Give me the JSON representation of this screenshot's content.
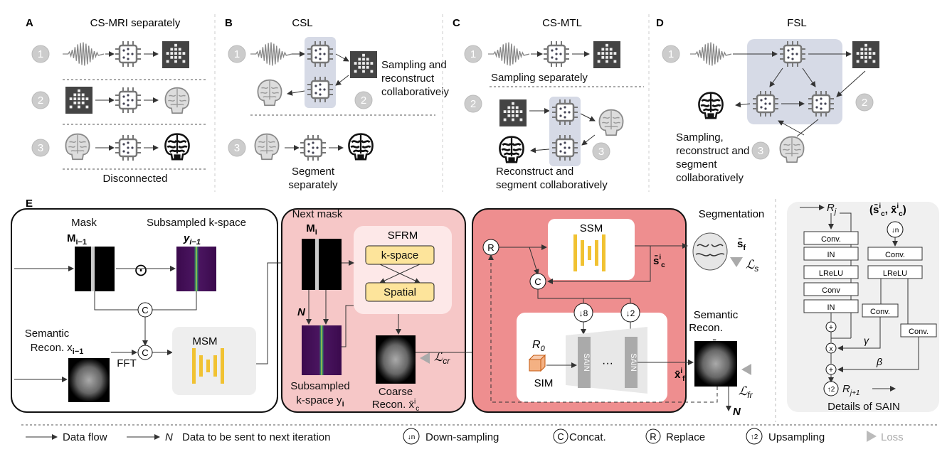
{
  "panel_a": {
    "letter": "A",
    "title": "CS-MRI separately",
    "step1": "1",
    "step2": "2",
    "step3": "3",
    "footer": "Disconnected"
  },
  "panel_b": {
    "letter": "B",
    "title": "CSL",
    "step1": "1",
    "step2": "2",
    "step3": "3",
    "collab_line1": "Sampling and",
    "collab_line2": "reconstruct",
    "collab_line3": "collaboratively",
    "seg_line1": "Segment",
    "seg_line2": "separately"
  },
  "panel_c": {
    "letter": "C",
    "title": "CS-MTL",
    "step1": "1",
    "step2": "2",
    "step3": "3",
    "sampling_sep": "Sampling separately",
    "collab_line1": "Reconstruct and",
    "collab_line2": "segment collaboratively"
  },
  "panel_d": {
    "letter": "D",
    "title": "FSL",
    "step1": "1",
    "step2": "2",
    "step3": "3",
    "collab_line1": "Sampling,",
    "collab_line2": "reconstruct and",
    "collab_line3": "segment",
    "collab_line4": "collaboratively"
  },
  "panel_e": {
    "letter": "E",
    "mask_label": "Mask",
    "mask_sym": "M",
    "mask_sub": "i−1",
    "subsampled_label": "Subsampled k-space",
    "y_sym": "y",
    "y_sub": "i−1",
    "odot": "⊙",
    "semantic_recon_1": "Semantic",
    "semantic_recon_2": "Recon. x",
    "x_sub": "i−1",
    "fft": "FFT",
    "msm": "MSM",
    "concat_c": "C",
    "next_mask": "Next mask",
    "mi_sym": "M",
    "mi_sub": "i",
    "sfrm": "SFRM",
    "kspace": "k-space",
    "spatial": "Spatial",
    "n_label": "N",
    "subsampled2_1": "Subsampled",
    "subsampled2_2": "k-space y",
    "yi_sub": "i",
    "coarse_1": "Coarse",
    "coarse_2": "Recon. x̄",
    "coarse_sup": "i",
    "coarse_sub": "c",
    "loss_cr": "ℒ",
    "loss_cr_sub": "cr",
    "ssm": "SSM",
    "replace_r": "R",
    "down8": "↓8",
    "down2": "↓2",
    "r0": "R",
    "r0_sub": "0",
    "sain": "SAIN",
    "dots": "···",
    "sim": "SIM",
    "segmentation": "Segmentation",
    "s_f": "s̄",
    "s_f_sub": "f",
    "loss_s": "ℒ",
    "loss_s_sub": "s",
    "s_c": "s̄",
    "s_c_sup": "i",
    "s_c_sub": "c",
    "semantic_2_1": "Semantic",
    "semantic_2_2": "Recon.",
    "x_f": "x̄",
    "x_f_sub": "f",
    "x_fi": "x̄",
    "x_fi_sup": "i",
    "x_fi_sub": "f",
    "loss_fr": "ℒ",
    "loss_fr_sub": "fr",
    "n_out": "N"
  },
  "sain_details": {
    "rj": "R",
    "rj_sub": "j",
    "input": "(s̄",
    "input_sc_sup": "i",
    "input_sc_sub": "c",
    "input_mid": ", x̄",
    "input_xc_sup": "i",
    "input_xc_sub": "c",
    "input_end": ")",
    "downn": "↓n",
    "conv1": "Conv.",
    "in1": "IN",
    "lrelu1": "LReLU",
    "conv2": "Conv",
    "in2": "IN",
    "conv3": "Conv.",
    "lrelu2": "LReLU",
    "conv4": "Conv.",
    "conv5": "Conv.",
    "gamma": "γ",
    "beta": "β",
    "up2": "↑2",
    "rj1": "R",
    "rj1_sub": "j+1",
    "caption": "Details of SAIN"
  },
  "legend": {
    "data_flow": "Data flow",
    "n": "N",
    "next_iter": "Data to be sent to next iteration",
    "down_sym": "↓n",
    "down": "Down-sampling",
    "concat_sym": "C",
    "concat": "Concat.",
    "replace_sym": "R",
    "replace": "Replace",
    "up_sym": "↑2",
    "up": "Upsampling",
    "loss": "Loss"
  }
}
